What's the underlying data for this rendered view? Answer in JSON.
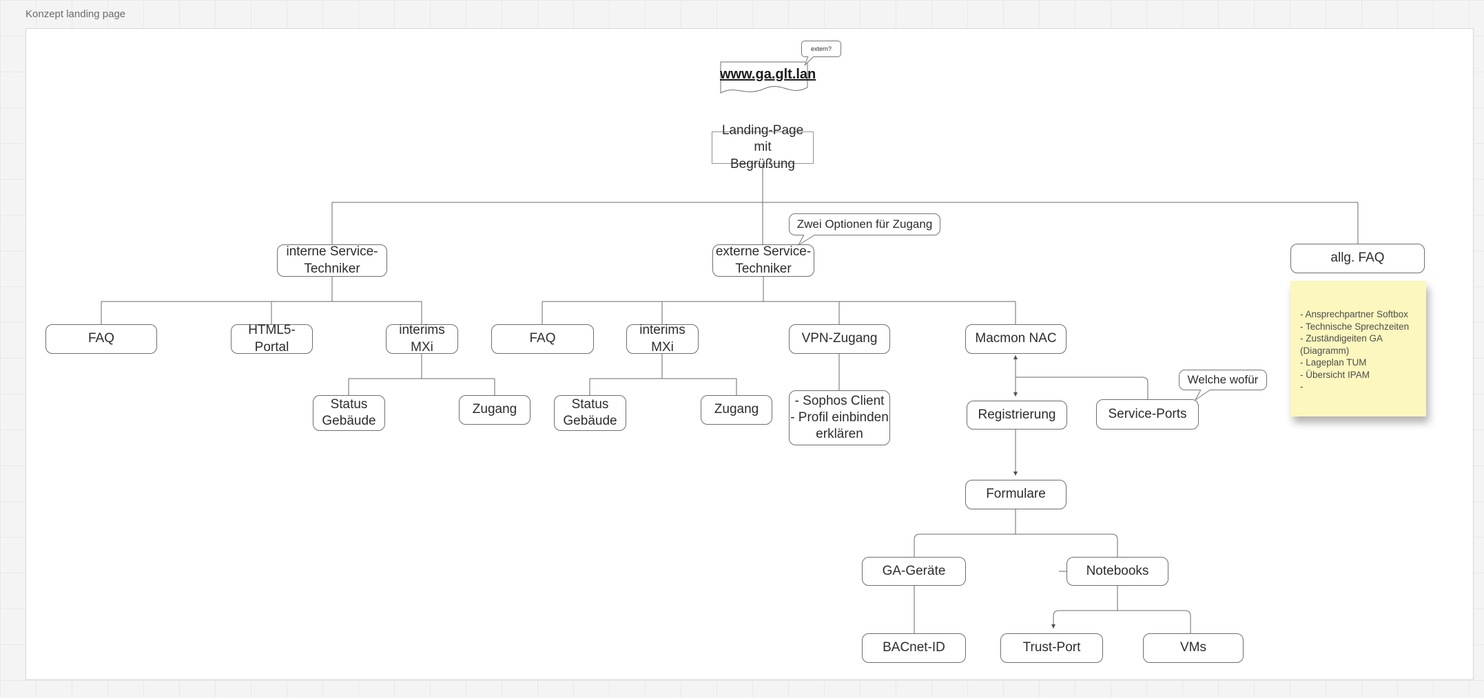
{
  "header": {
    "title": "Konzept landing page"
  },
  "colors": {
    "note_bg": "#FBF7BE",
    "edge": "#6a6a6a"
  },
  "nodes": {
    "extern_label": "extern?",
    "url": "www.ga.glt.lan",
    "landing": "Landing-Page mit\nBegrüßung",
    "zwei_optionen": "Zwei Optionen für Zugang",
    "interne": "interne Service-\nTechniker",
    "externe": "externe Service-\nTechniker",
    "allg_faq": "allg. FAQ",
    "faq_left": "FAQ",
    "html5_portal": "HTML5-Portal",
    "interims_mxi_left": "interims MXi",
    "status_gebaeude_left": "Status\nGebäude",
    "zugang_left": "Zugang",
    "faq_mid": "FAQ",
    "interims_mxi_mid": "interims MXi",
    "vpn_zugang": "VPN-Zugang",
    "macmon_nac": "Macmon NAC",
    "status_gebaeude_mid": "Status\nGebäude",
    "zugang_mid": "Zugang",
    "sophos": "- Sophos Client\n- Profil einbinden\nerklären",
    "registrierung": "Registrierung",
    "service_ports": "Service-Ports",
    "welche_wofuer": "Welche wofür",
    "formulare": "Formulare",
    "ga_geraete": "GA-Geräte",
    "notebooks": "Notebooks",
    "bacnet_id": "BACnet-ID",
    "trust_port": "Trust-Port",
    "vms": "VMs"
  },
  "note": {
    "lines": [
      "- Ansprechpartner Softbox",
      "- Technische Sprechzeiten",
      "- Zuständigeiten GA (Diagramm)",
      "- Lageplan TUM",
      "- Übersicht IPAM",
      "-"
    ]
  }
}
